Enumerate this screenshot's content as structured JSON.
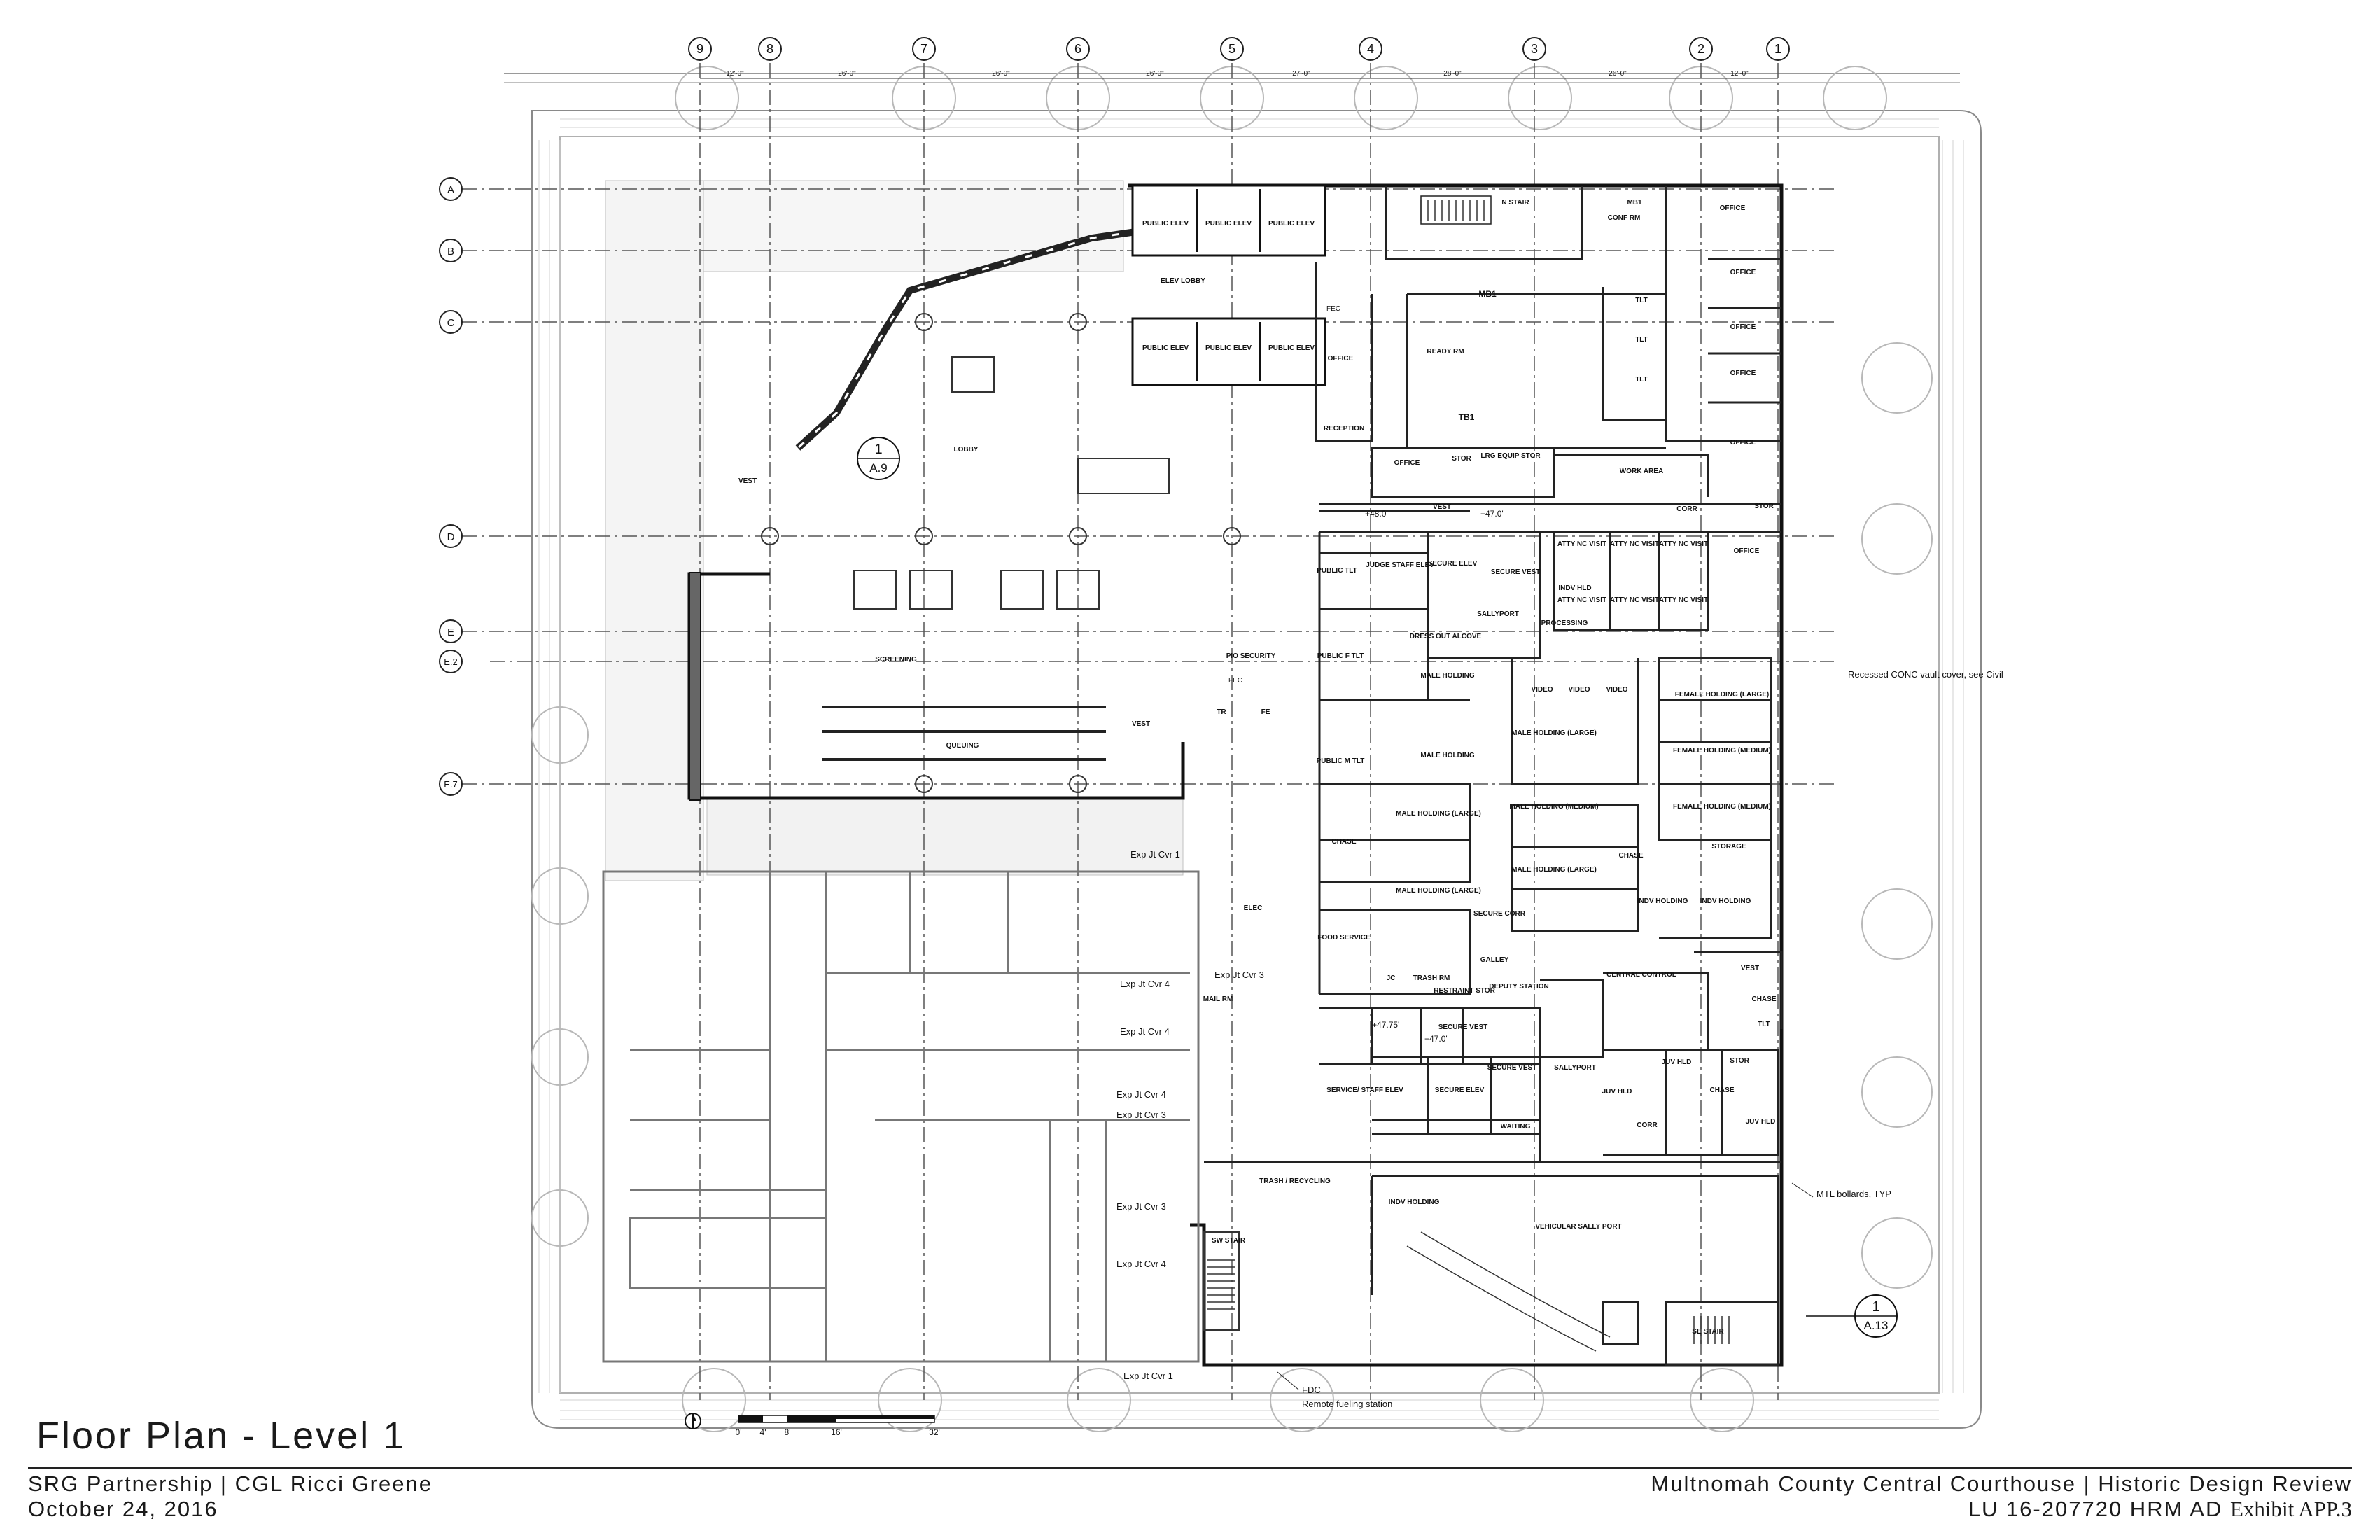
{
  "title": "Floor Plan - Level 1",
  "firms": "SRG Partnership | CGL Ricci Greene",
  "date": "October 24, 2016",
  "project": "Multnomah County Central Courthouse | Historic Design Review",
  "case_number": "LU 16-207720 HRM AD",
  "exhibit": "Exhibit  APP.3",
  "grid_columns": [
    "9",
    "8",
    "7",
    "6",
    "5",
    "4",
    "3",
    "2",
    "1"
  ],
  "grid_rows": [
    "A",
    "B",
    "C",
    "D",
    "E",
    "E.2",
    "E.7"
  ],
  "column_dims": [
    "12'-0\"",
    "26'-0\"",
    "26'-0\"",
    "26'-0\"",
    "27'-0\"",
    "28'-0\"",
    "26'-0\"",
    "12'-0\""
  ],
  "section_tag_a9": {
    "num": "1",
    "sheet": "A.9"
  },
  "section_tag_a13": {
    "num": "1",
    "sheet": "A.13"
  },
  "rooms": {
    "public_elev": "PUBLIC ELEV",
    "elev_lobby": "ELEV LOBBY",
    "lobby": "LOBBY",
    "vest": "VEST",
    "screening": "SCREENING",
    "queuing": "QUEUING",
    "pio_security": "PIO SECURITY",
    "tr": "TR",
    "fe": "FE",
    "elec": "ELEC",
    "mail_rm": "MAIL RM",
    "trash_recycling": "TRASH / RECYCLING",
    "sw_stair": "SW STAIR",
    "n_stair": "N STAIR",
    "mb1": "MB1",
    "conf_rm": "CONF RM",
    "office": "OFFICE",
    "tlt": "TLT",
    "ready_rm": "READY RM",
    "reception": "RECEPTION",
    "tb1": "TB1",
    "stor": "STOR",
    "lrg_equip_stor": "LRG EQUIP STOR",
    "work_area": "WORK AREA",
    "corr": "CORR",
    "public_tlt": "PUBLIC TLT",
    "judge_staff_elev": "JUDGE STAFF ELEV",
    "secure_elev": "SECURE ELEV",
    "secure_vest": "SECURE VEST",
    "sallyport": "SALLYPORT",
    "atty_visit": "ATTY NC VISIT",
    "indv_hld": "INDV HLD",
    "processing": "PROCESSING",
    "dress_out_alcove": "DRESS OUT ALCOVE",
    "public_f_tlt": "PUBLIC F TLT",
    "public_m_tlt": "PUBLIC M TLT",
    "male_holding": "MALE HOLDING",
    "male_holding_large": "MALE HOLDING (LARGE)",
    "male_holding_medium": "MALE HOLDING (MEDIUM)",
    "female_holding_large": "FEMALE HOLDING (LARGE)",
    "female_holding_medium": "FEMALE HOLDING (MEDIUM)",
    "video": "VIDEO",
    "chase": "CHASE",
    "storage": "STORAGE",
    "indv_holding": "INDV HOLDING",
    "secure_corr": "SECURE CORR",
    "food_service": "FOOD SERVICE",
    "jc": "JC",
    "trash_rm": "TRASH RM",
    "restraint_stor": "RESTRAINT STOR",
    "gallery": "GALLEY",
    "deputy_station": "DEPUTY STATION",
    "central_control": "CENTRAL CONTROL",
    "service_staff_elev": "SERVICE/ STAFF ELEV",
    "waiting": "WAITING",
    "juv_hld": "JUV HLD",
    "vehicular_sally_port": "VEHICULAR SALLY PORT",
    "se_stair": "SE STAIR"
  },
  "elevations": {
    "e1": "+47.0'",
    "e2": "+48.0'",
    "e3": "+47.75'",
    "e4": "+47.0'"
  },
  "notes": {
    "conc_vault": "Recessed CONC vault cover, see Civil",
    "mtl_bollards": "MTL bollards, TYP",
    "fdc": "FDC",
    "remote_fueling": "Remote fueling station",
    "fec": "FEC"
  },
  "exp_jt": [
    "Exp Jt Cvr 1",
    "Exp Jt Cvr 3",
    "Exp Jt Cvr 4",
    "Exp Jt Cvr 4",
    "Exp Jt Cvr 4",
    "Exp Jt Cvr 3",
    "Exp Jt Cvr 3",
    "Exp Jt Cvr 4",
    "Exp Jt Cvr 1"
  ],
  "scale_labels": [
    "0'",
    "4'",
    "8'",
    "16'",
    "32'"
  ]
}
